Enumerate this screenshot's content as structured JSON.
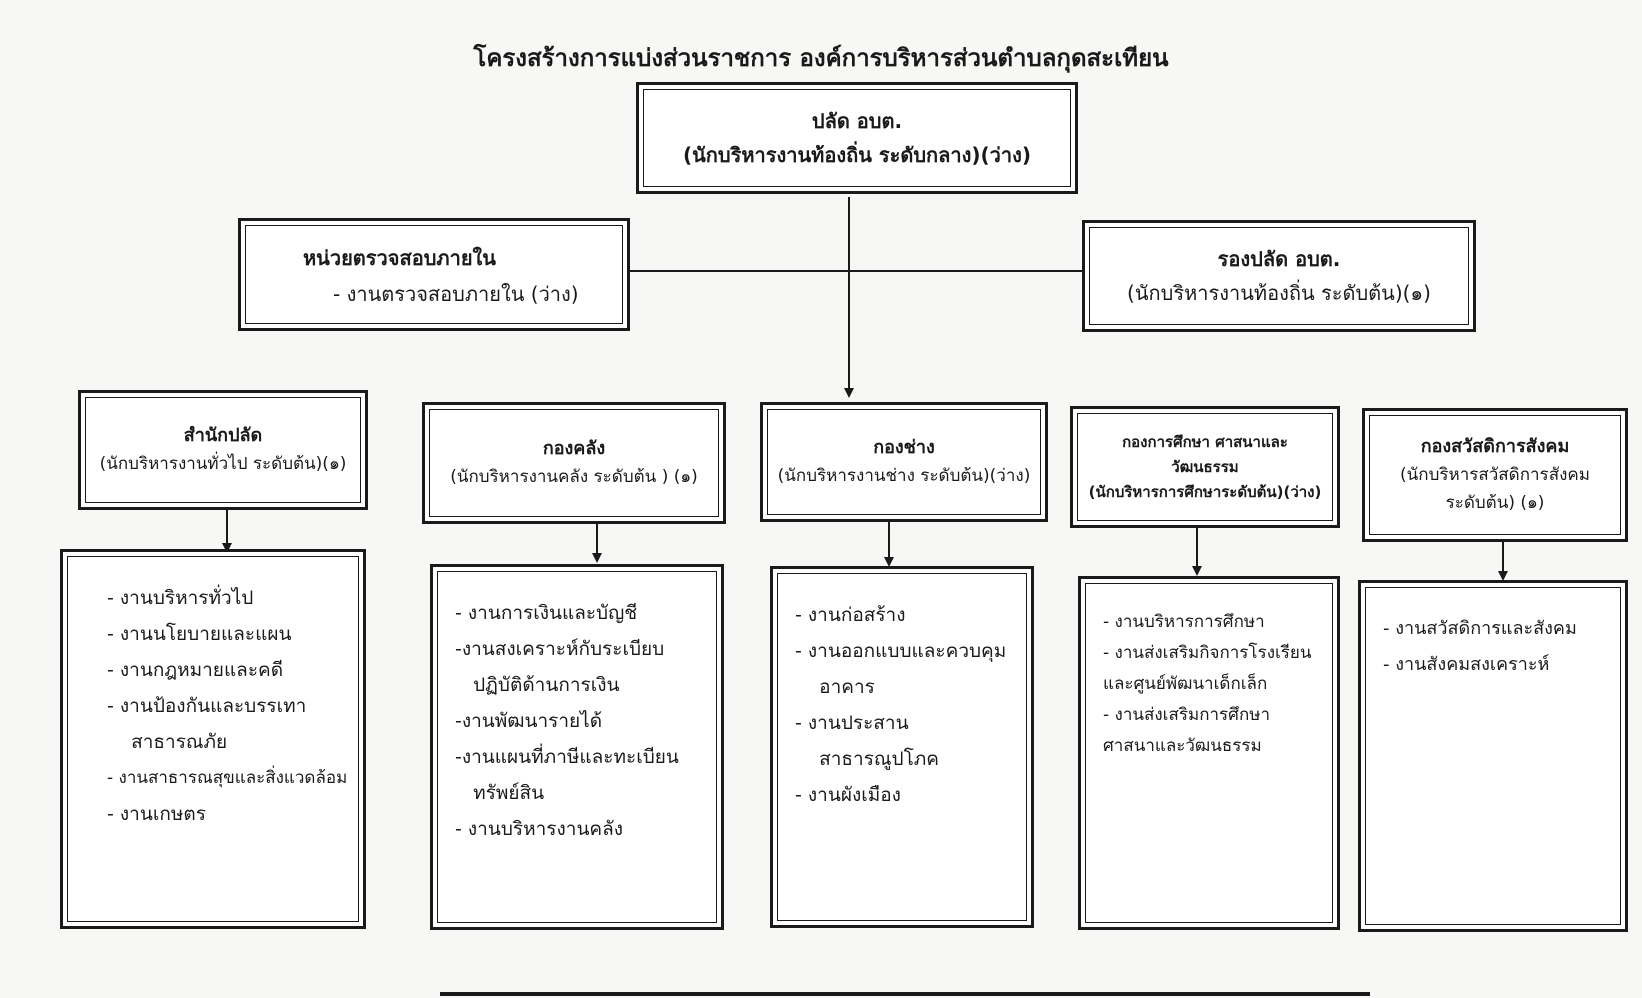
{
  "title": "โครงสร้างการแบ่งส่วนราชการ องค์การบริหารส่วนตำบลกุดสะเทียน",
  "top": {
    "name": "ปลัด อบต.",
    "position": "(นักบริหารงานท้องถิ่น ระดับกลาง)(ว่าง)"
  },
  "audit": {
    "name": "หน่วยตรวจสอบภายใน",
    "item": "- งานตรวจสอบภายใน (ว่าง)"
  },
  "deputy": {
    "name": "รองปลัด อบต.",
    "position": "(นักบริหารงานท้องถิ่น ระดับต้น)(๑)"
  },
  "departments": [
    {
      "name": "สำนักปลัด",
      "position": "(นักบริหารงานทั่วไป ระดับต้น)(๑)",
      "tasks": [
        "- งานบริหารทั่วไป",
        "-  งานนโยบายและแผน",
        "-  งานกฎหมายและคดี",
        "-  งานป้องกันและบรรเทา",
        "    สาธารณภัย",
        "- งานสาธารณสุขและสิ่งแวดล้อม",
        "- งานเกษตร"
      ]
    },
    {
      "name": "กองคลัง",
      "position": "(นักบริหารงานคลัง  ระดับต้น ) (๑)",
      "tasks": [
        "- งานการเงินและบัญชี",
        "-งานสงเคราะห์กับระเบียบ",
        "   ปฏิบัติด้านการเงิน",
        "-งานพัฒนารายได้",
        "-งานแผนที่ภาษีและทะเบียน",
        "   ทรัพย์สิน",
        "- งานบริหารงานคลัง"
      ]
    },
    {
      "name": "กองช่าง",
      "position": "(นักบริหารงานช่าง ระดับต้น)(ว่าง)",
      "tasks": [
        "- งานก่อสร้าง",
        "-  งานออกแบบและควบคุม",
        "    อาคาร",
        "- งานประสาน",
        "    สาธารณูปโภค",
        "-  งานผังเมือง"
      ]
    },
    {
      "name": "กองการศึกษา ศาสนาและ",
      "name2": "วัฒนธรรม",
      "position": "(นักบริหารการศึกษาระดับต้น)(ว่าง)",
      "tasks": [
        "- งานบริหารการศึกษา",
        "- งานส่งเสริมกิจการโรงเรียน",
        "และศูนย์พัฒนาเด็กเล็ก",
        "- งานส่งเสริมการศึกษา",
        "ศาสนาและวัฒนธรรม"
      ]
    },
    {
      "name": "กองสวัสดิการสังคม",
      "position": "(นักบริหารสวัสดิการสังคม",
      "position2": "ระดับต้น) (๑)",
      "tasks": [
        "-  งานสวัสดิการและสังคม",
        "- งานสังคมสงเคราะห์"
      ]
    }
  ]
}
